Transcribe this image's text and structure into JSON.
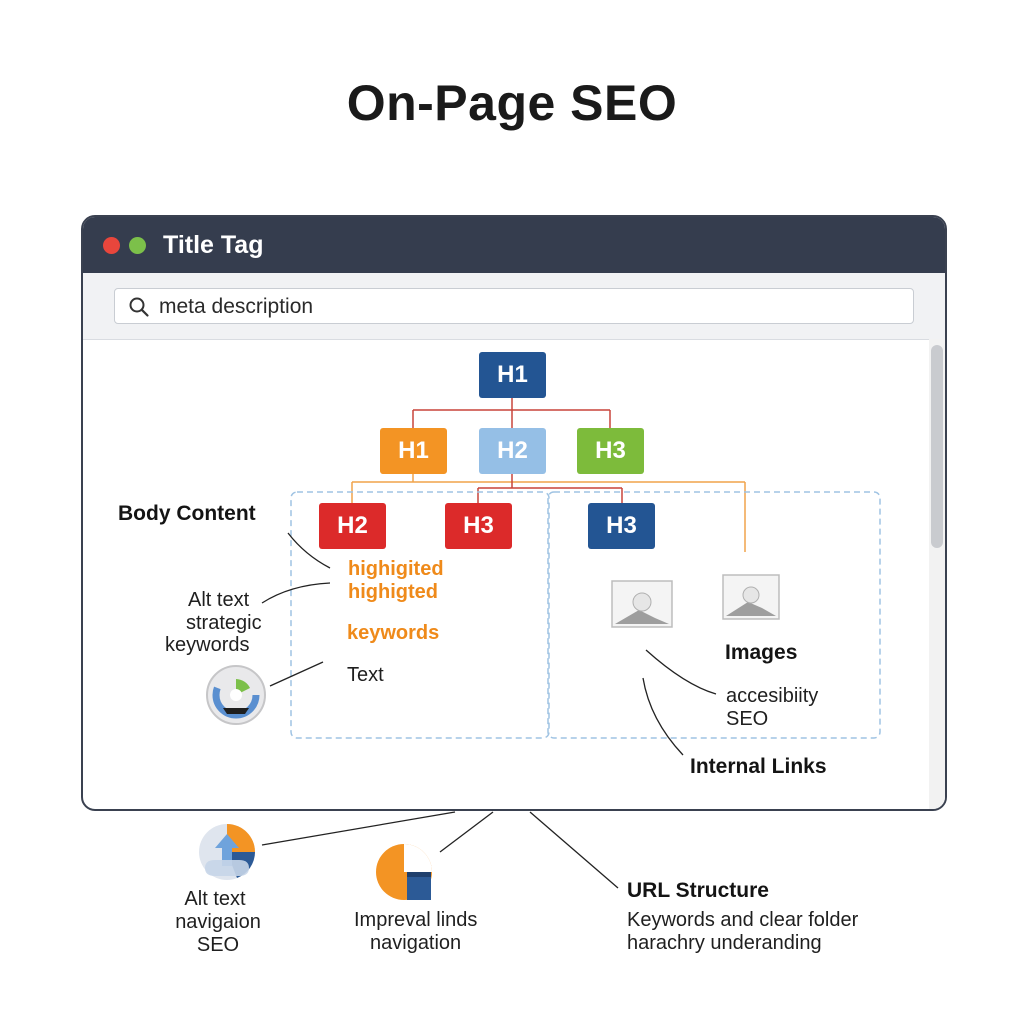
{
  "title": "On-Page SEO",
  "window": {
    "title": "Title Tag",
    "search_value": "meta description"
  },
  "headings": {
    "top": "H1",
    "level2": [
      {
        "label": "H1",
        "color": "#f39424"
      },
      {
        "label": "H2",
        "color": "#95bfe6"
      },
      {
        "label": "H3",
        "color": "#7dbb3b"
      }
    ],
    "level3": [
      {
        "label": "H2",
        "color": "#dc2a2a"
      },
      {
        "label": "H3",
        "color": "#dc2a2a"
      },
      {
        "label": "H3",
        "color": "#235593"
      }
    ],
    "top_color": "#235593"
  },
  "content": {
    "highlighted_1": "highigited",
    "highlighted_2": "highigted",
    "keywords": "keywords",
    "text": "Text",
    "images": "Images",
    "accessibility_1": "accesibiity",
    "accessibility_2": "SEO",
    "internal_links": "Internal Links"
  },
  "side_labels": {
    "body_content": "Body Content",
    "alt_text_1": "Alt text",
    "alt_text_2": "strategic",
    "alt_text_3": "keywords"
  },
  "bottom": {
    "item1": [
      "Alt text",
      "navigaion",
      "SEO"
    ],
    "item2": [
      "Impreval linds",
      "navigation"
    ],
    "url_title": "URL Structure",
    "url_desc": [
      "Keywords and clear folder",
      "harachry underanding"
    ]
  },
  "colors": {
    "orange": "#ef8a1a",
    "connector_orange": "#f1a34a",
    "connector_red": "#c9443a",
    "dashed_blue": "#9fc3e3"
  }
}
